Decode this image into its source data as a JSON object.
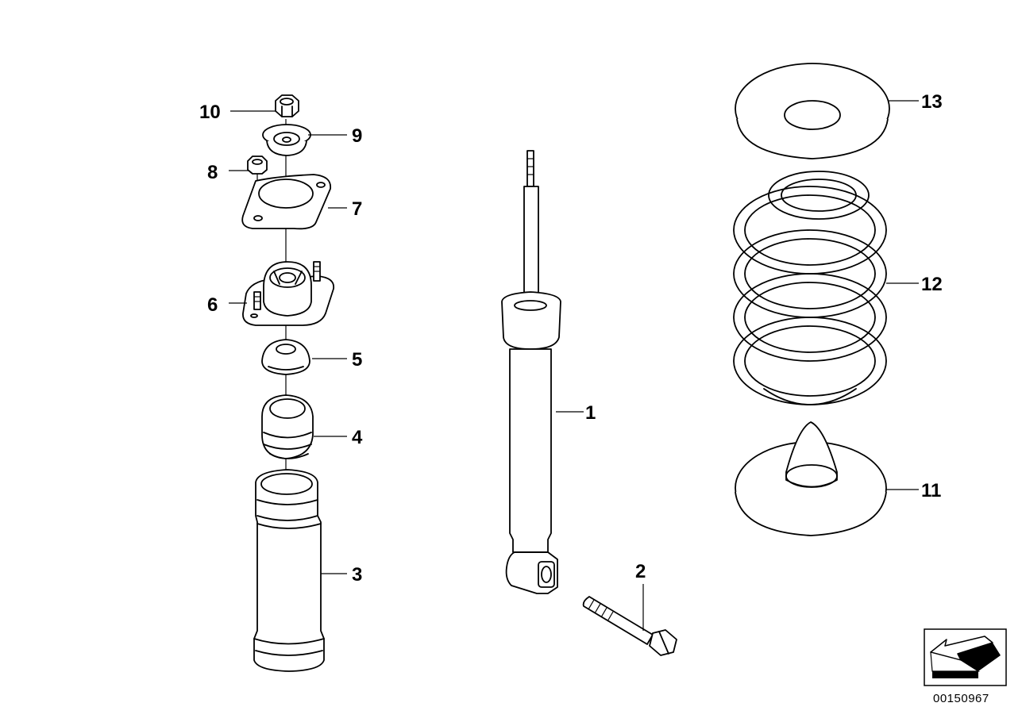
{
  "callouts": [
    {
      "id": "1",
      "label": "1"
    },
    {
      "id": "2",
      "label": "2"
    },
    {
      "id": "3",
      "label": "3"
    },
    {
      "id": "4",
      "label": "4"
    },
    {
      "id": "5",
      "label": "5"
    },
    {
      "id": "6",
      "label": "6"
    },
    {
      "id": "7",
      "label": "7"
    },
    {
      "id": "8",
      "label": "8"
    },
    {
      "id": "9",
      "label": "9"
    },
    {
      "id": "10",
      "label": "10"
    },
    {
      "id": "11",
      "label": "11"
    },
    {
      "id": "12",
      "label": "12"
    },
    {
      "id": "13",
      "label": "13"
    }
  ],
  "reference_number": "00150967",
  "orientation_icon": "direction-arrow-icon"
}
